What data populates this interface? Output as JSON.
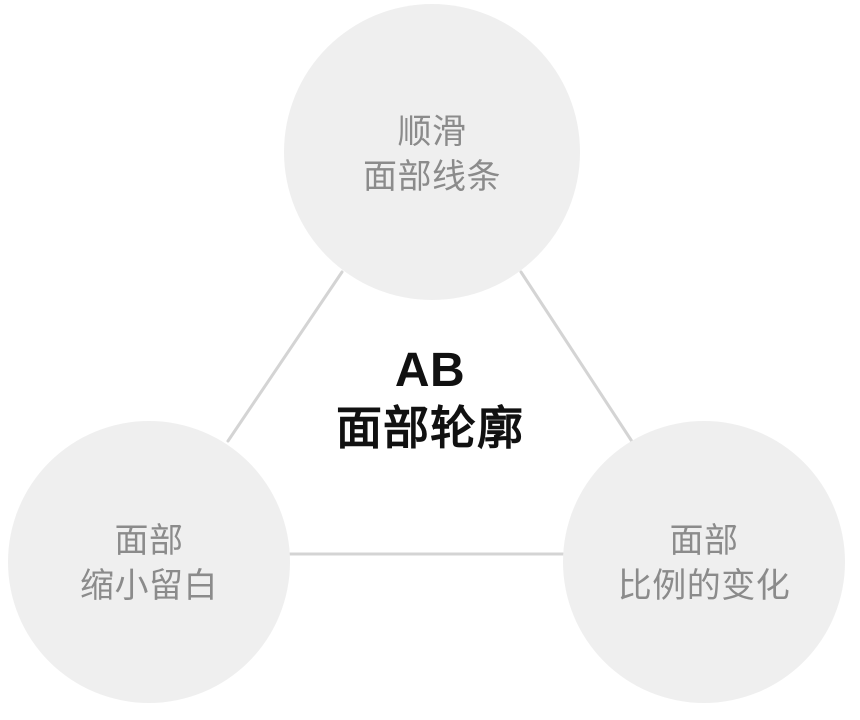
{
  "diagram": {
    "type": "triangle-hub-and-spoke",
    "center": {
      "line1": "AB",
      "line2": "面部轮廓",
      "text_color": "#111111"
    },
    "nodes": [
      {
        "id": "smooth-facial-lines",
        "position": "top",
        "line1": "顺滑",
        "line2": "面部线条",
        "fill_color": "#efefef",
        "text_color": "#8b8b8b"
      },
      {
        "id": "face-reduced-whitespace",
        "position": "bottom-left",
        "line1": "面部",
        "line2": "缩小留白",
        "fill_color": "#efefef",
        "text_color": "#8b8b8b"
      },
      {
        "id": "face-proportion-change",
        "position": "bottom-right",
        "line1": "面部",
        "line2": "比例的变化",
        "fill_color": "#efefef",
        "text_color": "#8b8b8b"
      }
    ],
    "connectors": [
      {
        "id": "left-diagonal",
        "from": "bottom-left",
        "to": "top",
        "color": "#d4d4d4"
      },
      {
        "id": "right-diagonal",
        "from": "top",
        "to": "bottom-right",
        "color": "#d4d4d4"
      },
      {
        "id": "bottom-horizontal",
        "from": "bottom-left",
        "to": "bottom-right",
        "color": "#d4d4d4"
      }
    ]
  }
}
